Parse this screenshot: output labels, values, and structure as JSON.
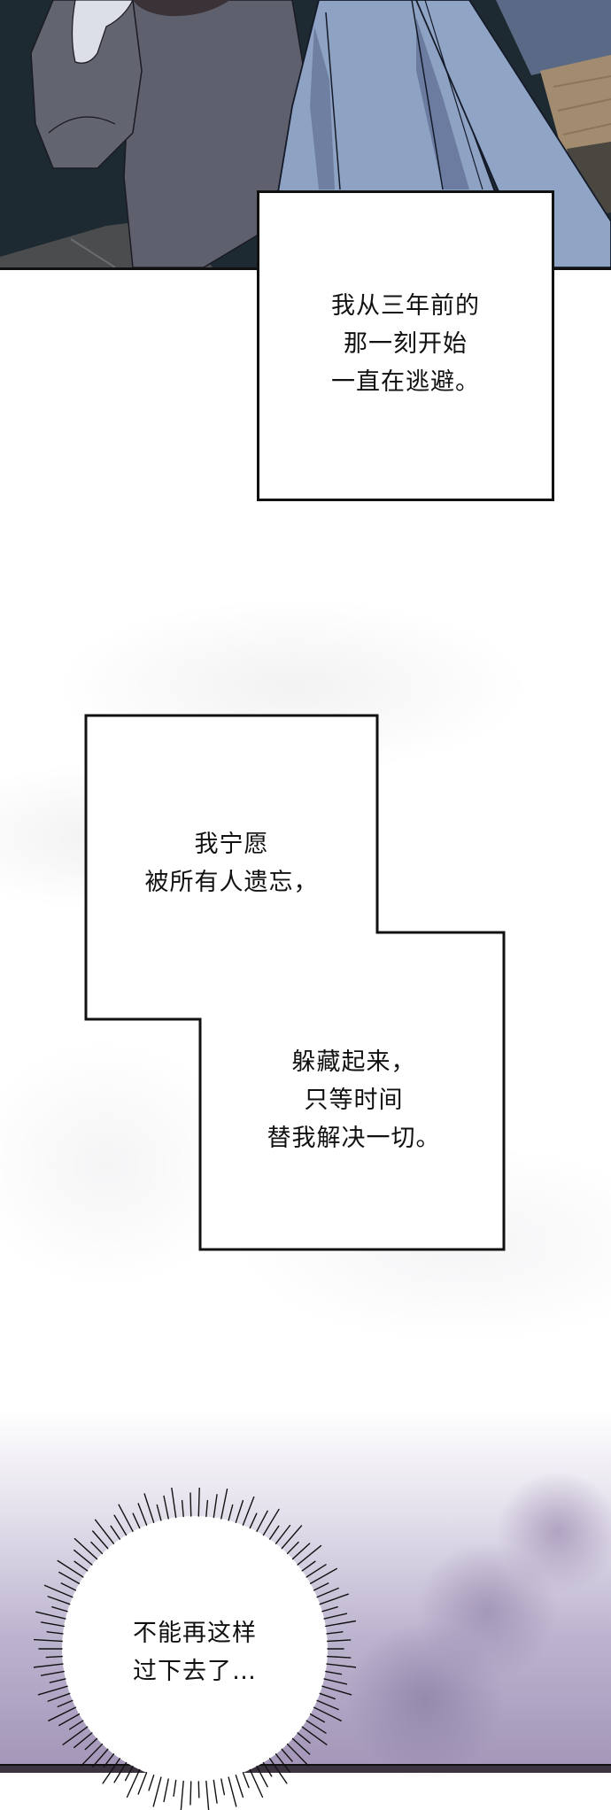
{
  "panels": [
    {
      "id": "panel-1",
      "type": "illustration",
      "description": "Figure in grey sweater and light-blue trousers seated on a floor by a dark wall"
    }
  ],
  "captions": [
    {
      "id": "caption-1",
      "lines": [
        "我从三年前的",
        "那一刻开始",
        "一直在逃避。"
      ]
    },
    {
      "id": "caption-2",
      "lines_upper": [
        "我宁愿",
        "被所有人遗忘，"
      ],
      "lines_lower": [
        "躲藏起来，",
        "只等时间",
        "替我解决一切。"
      ]
    }
  ],
  "burst_bubble": {
    "id": "thought-burst",
    "lines": [
      "不能再这样",
      "过下去了…"
    ]
  },
  "colors": {
    "wall": "#1f2a33",
    "sweater": "#5d6070",
    "trousers": "#8ea3c4",
    "floor_wood": "#a08a70",
    "mist_purple": "#a497b9",
    "border": "#111111"
  }
}
